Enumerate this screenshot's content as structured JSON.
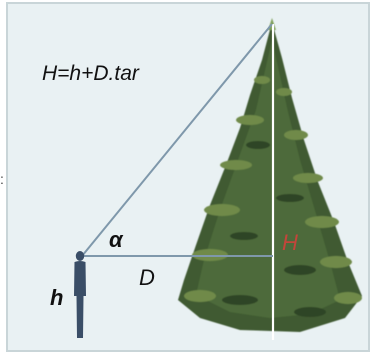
{
  "formula": "H=h+D.tar",
  "labels": {
    "angle": "α",
    "distance": "D",
    "observer_height": "h",
    "tree_height": "H"
  },
  "edge_mark": ":",
  "colors": {
    "background": "#e9f1f3",
    "frame_border": "#c9d5d8",
    "sight_line": "#7f98ab",
    "tree_foliage": "#3f5a32",
    "tree_highlight": "#6f8a4a",
    "trunk_line": "#ffffff",
    "tree_height_label": "#c2463b",
    "text": "#111111",
    "person": "#3a4e67"
  },
  "icons": {
    "observer": "person-silhouette",
    "tree": "fir-tree"
  }
}
